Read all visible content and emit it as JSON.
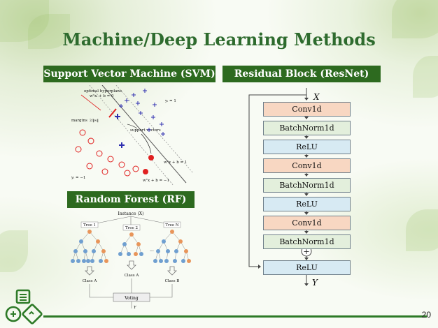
{
  "slide": {
    "title": "Machine/Deep Learning Methods",
    "page_number": "20"
  },
  "panels": {
    "svm_header": "Support Vector Machine (SVM)",
    "rf_header": "Random Forest (RF)",
    "resnet_header": "Residual Block (ResNet)"
  },
  "svm": {
    "optimal_hyperplane": "optimal hyperplane",
    "hyperplane_eq": "wᵀxᵢ + b = 0",
    "margins": "margins",
    "margins_frac": "2/‖w‖",
    "support_vectors": "support vectors",
    "y_pos": "yᵢ = 1",
    "y_neg": "yᵢ = −1",
    "eq_pos": "wᵀx + b = 1",
    "eq_neg": "wᵀx + b = −1"
  },
  "rf": {
    "instance": "Instance (X)",
    "trees": [
      "Tree 1",
      "Tree 2",
      "Tree N"
    ],
    "ellipsis": "...",
    "classes": [
      "Class A",
      "Class A",
      "Class B"
    ],
    "voting": "Voting",
    "output": "Y"
  },
  "resnet": {
    "input": "X",
    "output": "Y",
    "layers": [
      {
        "label": "Conv1d",
        "kind": "conv"
      },
      {
        "label": "BatchNorm1d",
        "kind": "bn"
      },
      {
        "label": "ReLU",
        "kind": "relu"
      },
      {
        "label": "Conv1d",
        "kind": "conv"
      },
      {
        "label": "BatchNorm1d",
        "kind": "bn"
      },
      {
        "label": "ReLU",
        "kind": "relu"
      },
      {
        "label": "Conv1d",
        "kind": "conv"
      },
      {
        "label": "BatchNorm1d",
        "kind": "bn"
      }
    ],
    "final_layer": "ReLU",
    "add_symbol": "+"
  },
  "colors": {
    "title": "#2e6b2e",
    "header_bg": "#2d6a1f",
    "conv": "#f8d7c2",
    "batchnorm": "#e3efdc",
    "relu": "#d7eaf3",
    "svm_positive": "#2f2fb0",
    "svm_negative": "#e02020",
    "rf_node_blue": "#6f9fd0",
    "rf_node_orange": "#e8955a"
  }
}
